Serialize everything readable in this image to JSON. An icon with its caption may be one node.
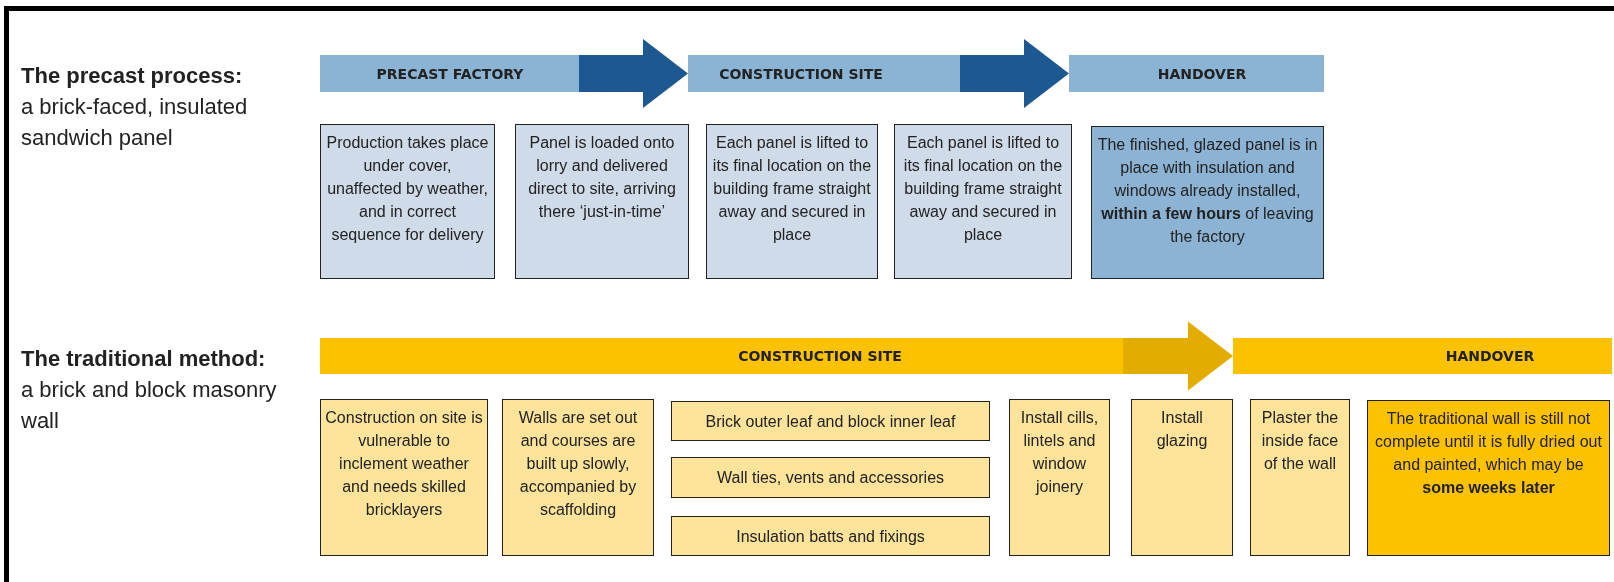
{
  "diagram": {
    "nodes": [
      {
        "text": [
          "PRECAST FACTORY"
        ]
      },
      {
        "text": [
          "CONSTRUCTION SITE"
        ]
      },
      {
        "text": [
          "HANDOVER"
        ]
      },
      {
        "text": [
          "Production takes place under cover, unaffected by weather, and in correct sequence for delivery"
        ]
      },
      {
        "text": [
          "Panel is loaded onto lorry and delivered direct to site, arriving there ‘just-in-time’"
        ]
      },
      {
        "text": [
          "Each panel is lifted to its final location on the building frame straight away and secured in place"
        ]
      },
      {
        "text": [
          "Each panel is lifted to its final location on the building frame straight away and secured in place"
        ]
      },
      {
        "text": [
          "The finished, glazed panel is in place with insulation and windows already installed, **within a few hours** of leaving the factory"
        ]
      },
      {
        "text": [
          "CONSTRUCTION SITE"
        ]
      },
      {
        "text": [
          "HANDOVER"
        ]
      },
      {
        "text": [
          "Construction on site is vulnerable to inclement weather and needs skilled bricklayers"
        ]
      },
      {
        "text": [
          "Walls are set out and courses are built up slowly, accompanied by scaffolding"
        ]
      },
      {
        "text": [
          "Brick outer leaf and block inner leaf"
        ]
      },
      {
        "text": [
          "Wall ties, vents and accessories"
        ]
      },
      {
        "text": [
          "Insulation batts and fixings"
        ]
      },
      {
        "text": [
          "Install cills, lintels and window joinery"
        ]
      },
      {
        "text": [
          "Install glazing"
        ]
      },
      {
        "text": [
          "Plaster the inside face of the wall"
        ]
      },
      {
        "text": [
          "The traditional wall is still not complete until it is fully dried out and painted, which may be **some weeks later**"
        ]
      }
    ],
    "edges": [
      {
        "from": 0,
        "to": 1,
        "arrow": "to"
      },
      {
        "from": 1,
        "to": 2,
        "arrow": "to"
      },
      {
        "from": 8,
        "to": 9,
        "arrow": "to",
        "color": "#e3ad00"
      }
    ],
    "labels": [
      "The precast process:",
      "a brick-faced, insulated sandwich panel",
      "The traditional method:",
      "a brick and block masonry wall"
    ]
  }
}
